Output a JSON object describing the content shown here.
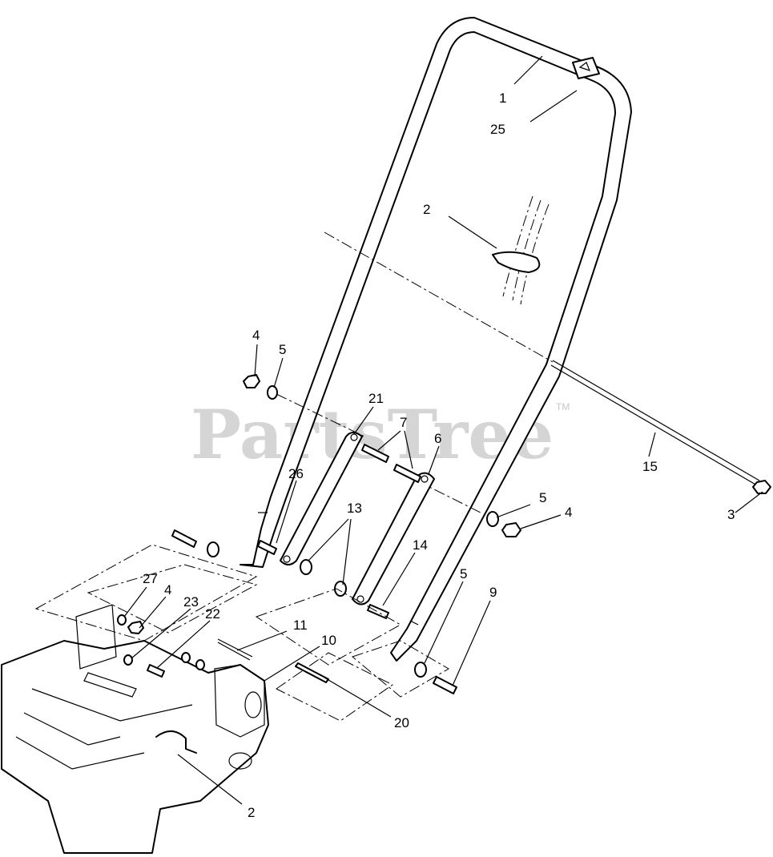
{
  "watermark": {
    "text": "PartsTree",
    "trademark": "TM",
    "color": "#c8c8c8"
  },
  "callouts": {
    "c1": "1",
    "c25": "25",
    "c2_top": "2",
    "c4_left": "4",
    "c5_left": "5",
    "c21": "21",
    "c7": "7",
    "c6": "6",
    "c26": "26",
    "c13": "13",
    "c14": "14",
    "c15": "15",
    "c5_right": "5",
    "c4_right": "4",
    "c3": "3",
    "c27": "27",
    "c4_lower": "4",
    "c23": "23",
    "c22": "22",
    "c11": "11",
    "c10": "10",
    "c20": "20",
    "c5_lower": "5",
    "c9": "9",
    "c2_bottom": "2"
  }
}
